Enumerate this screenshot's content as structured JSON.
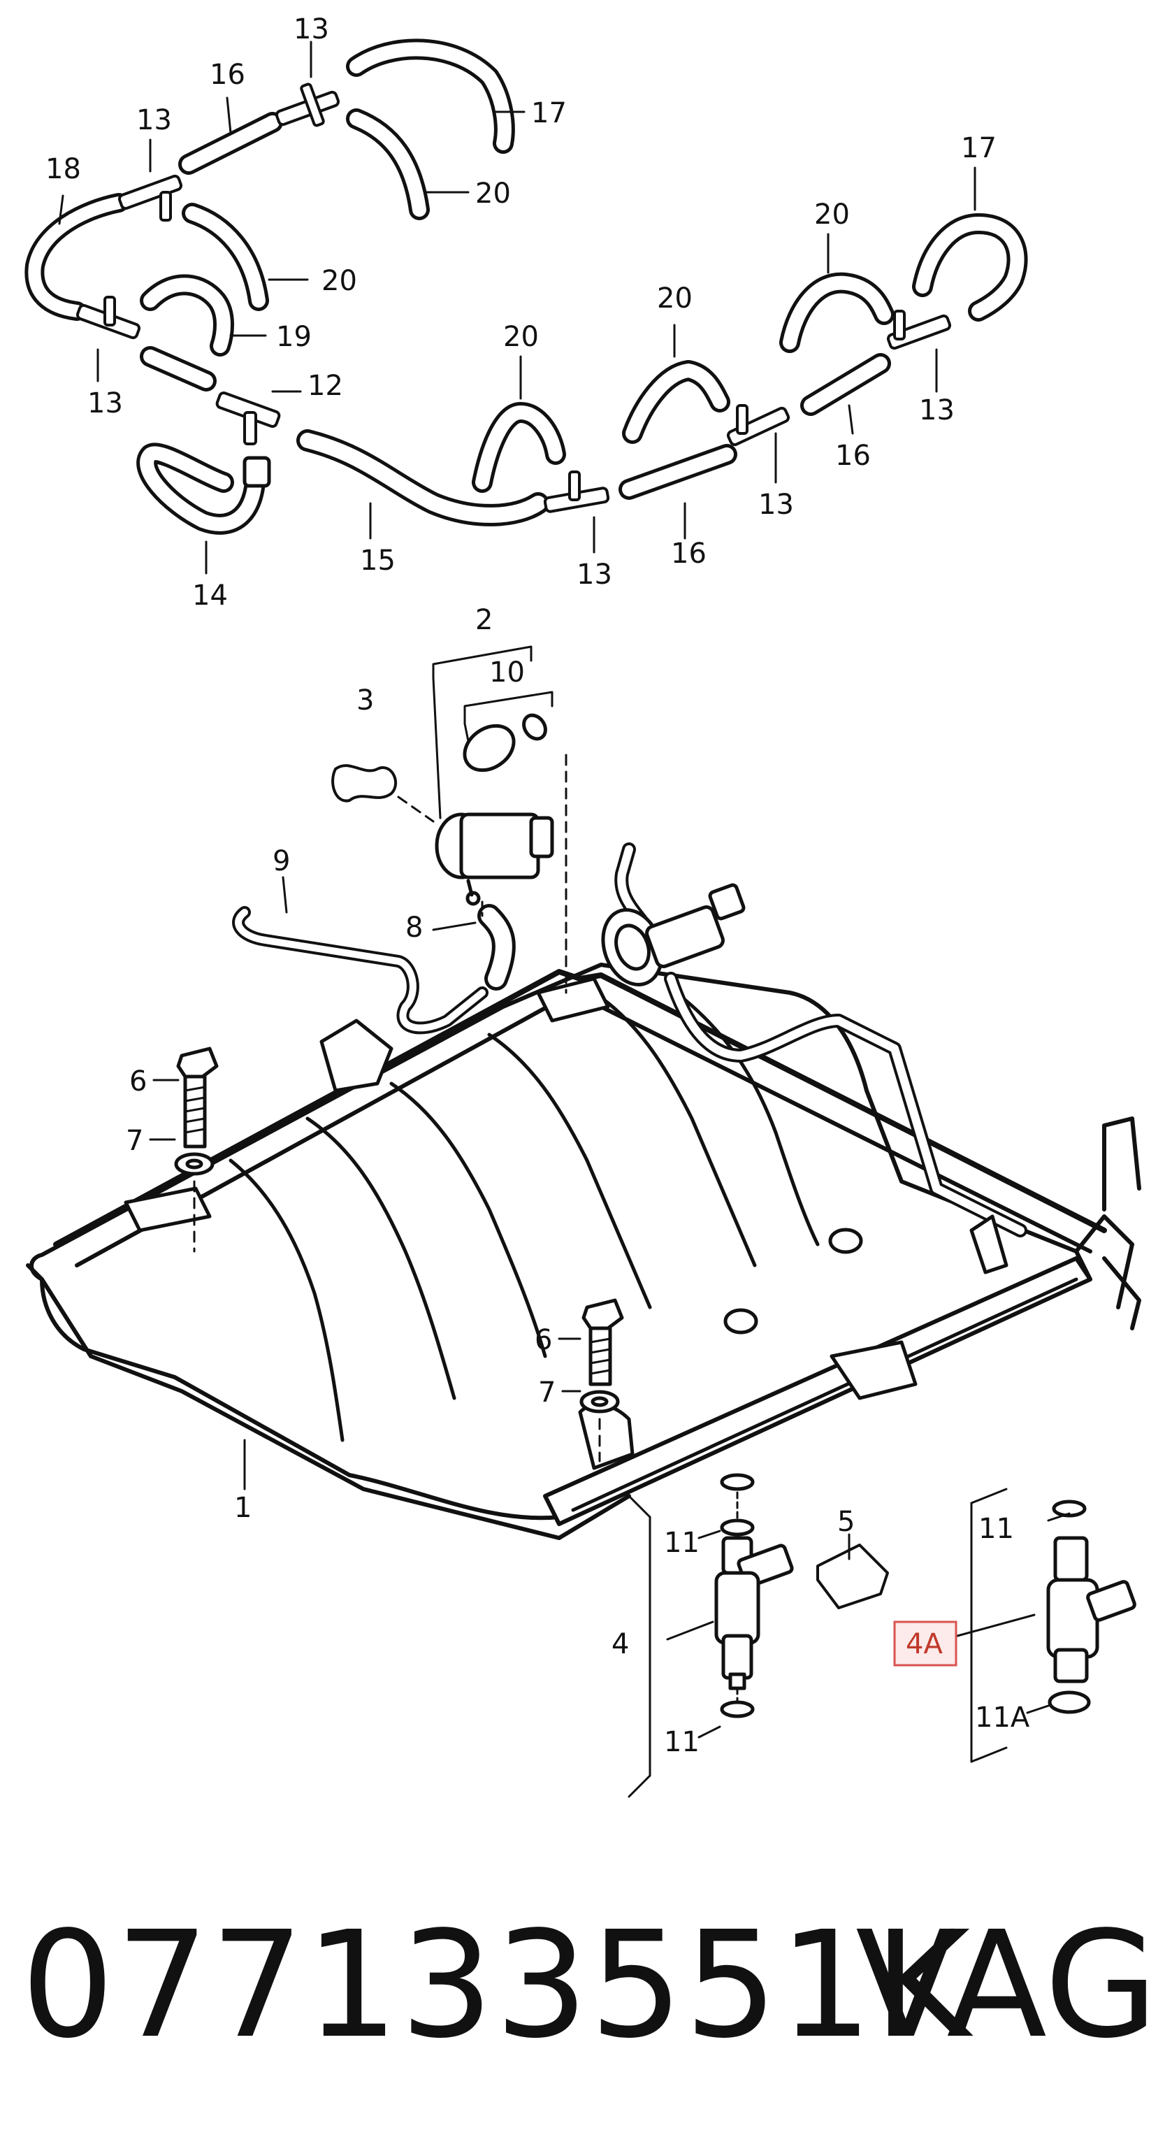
{
  "callouts": {
    "c13a": "13",
    "c16a": "16",
    "c17a": "17",
    "c13b": "13",
    "c18": "18",
    "c20a": "20",
    "c20b": "20",
    "c19": "19",
    "c13c": "13",
    "c12": "12",
    "c14": "14",
    "c15": "15",
    "c20c": "20",
    "c20d": "20",
    "c13d": "13",
    "c16b": "16",
    "c13e": "13",
    "c16c": "16",
    "c20e": "20",
    "c17b": "17",
    "c13f": "13",
    "c2": "2",
    "c10": "10",
    "c3": "3",
    "c9": "9",
    "c8": "8",
    "c6a": "6",
    "c7a": "7",
    "c6b": "6",
    "c7b": "7",
    "c1": "1",
    "c5": "5",
    "c11a": "11",
    "c11b": "11",
    "c4": "4",
    "c11c": "11",
    "c4a": "4A",
    "c11d": "11A"
  },
  "colors": {
    "line": "#111111",
    "highlight_box": "#d9534f",
    "highlight_fill": "#fdeaea"
  },
  "footer": {
    "part_number": "077133551K",
    "brand": "VAG"
  }
}
